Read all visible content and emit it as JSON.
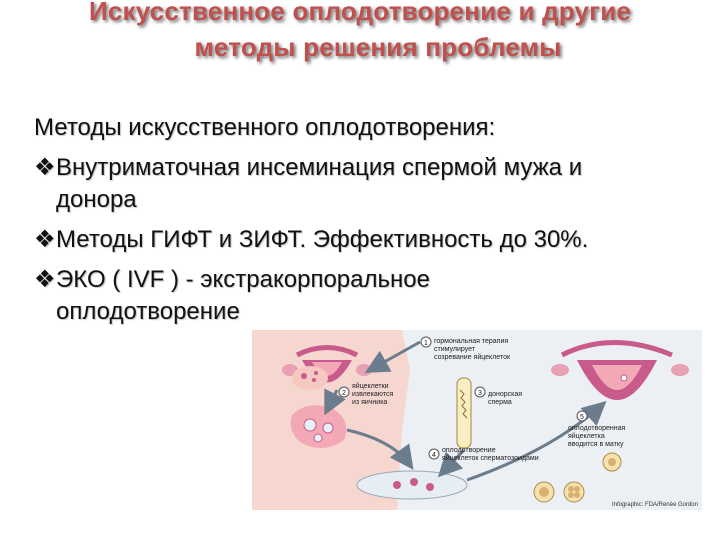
{
  "title": {
    "line1": "Искусственное оплодотворение  и другие",
    "line2": "методы решения проблемы"
  },
  "content": {
    "heading": "Методы искусственного оплодотворения:",
    "bullet_symbol": "❖",
    "items": [
      {
        "line1": "Внутриматочная инсеминация спермой мужа и",
        "line2": "донора"
      },
      {
        "line1": "Методы ГИФТ и ЗИФТ. Эффективность до 30%."
      },
      {
        "line1": "ЭКО ( IVF ) - экстракорпоральное",
        "line2": "оплодотворение"
      }
    ]
  },
  "diagram": {
    "steps": [
      {
        "num": "1",
        "lines": [
          "гормональная терапия",
          "стимулирует",
          "созревание яйцеклеток"
        ]
      },
      {
        "num": "2",
        "lines": [
          "яйцеклетки",
          "извлекаются",
          "из яичника"
        ]
      },
      {
        "num": "3",
        "lines": [
          "донорская",
          "сперма"
        ]
      },
      {
        "num": "4",
        "lines": [
          "оплодотворение",
          "яйцеклеток сперматозоидами"
        ]
      },
      {
        "num": "5",
        "lines": [
          "оплодотворенная",
          "яйцеклетка",
          "вводится в матку"
        ]
      }
    ],
    "credit": "Infographic: FDA/Renée Gordon",
    "colors": {
      "body": "#f6d7cf",
      "organ": "#c85a8c",
      "cell": "#f3a8b6",
      "arrow": "#6b7c8c",
      "circle": "#555555"
    }
  }
}
